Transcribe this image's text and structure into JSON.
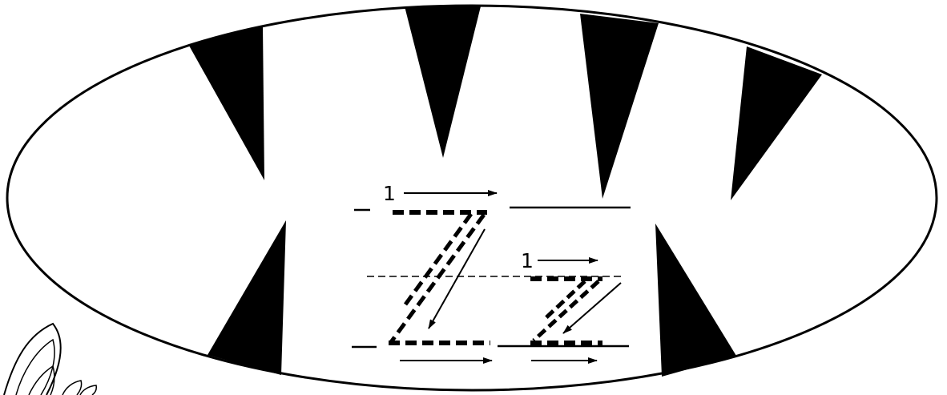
{
  "worksheet": {
    "letter_uppercase_step": "1",
    "letter_lowercase_step": "1",
    "letters_traced": [
      "Z",
      "z"
    ],
    "colors": {
      "ink": "#000000",
      "background": "#ffffff"
    }
  }
}
